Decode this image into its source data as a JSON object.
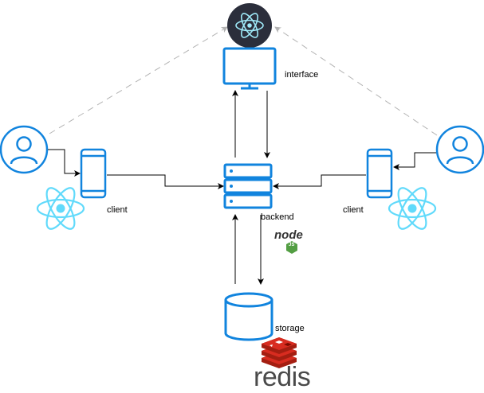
{
  "labels": {
    "interface": "interface",
    "client_left": "client",
    "client_right": "client",
    "backend": "backend",
    "storage": "storage"
  },
  "logos": {
    "redis_text": "redis",
    "node_text": "node",
    "node_badge": "JS"
  },
  "colors": {
    "device_blue": "#1184de",
    "react_cyan": "#61dafb",
    "electron_dark": "#2b2e3b",
    "redis_red": "#d82c20",
    "node_green": "#539e43",
    "dashed_gray": "#b3b3b3",
    "arrow_black": "#000000"
  },
  "icons": {
    "electron": "electron-icon",
    "monitor": "monitor-icon",
    "server": "server-icon",
    "database": "database-icon",
    "user": "user-icon",
    "phone": "smartphone-icon",
    "react": "react-icon",
    "redis": "redis-icon",
    "node": "nodejs-icon"
  }
}
